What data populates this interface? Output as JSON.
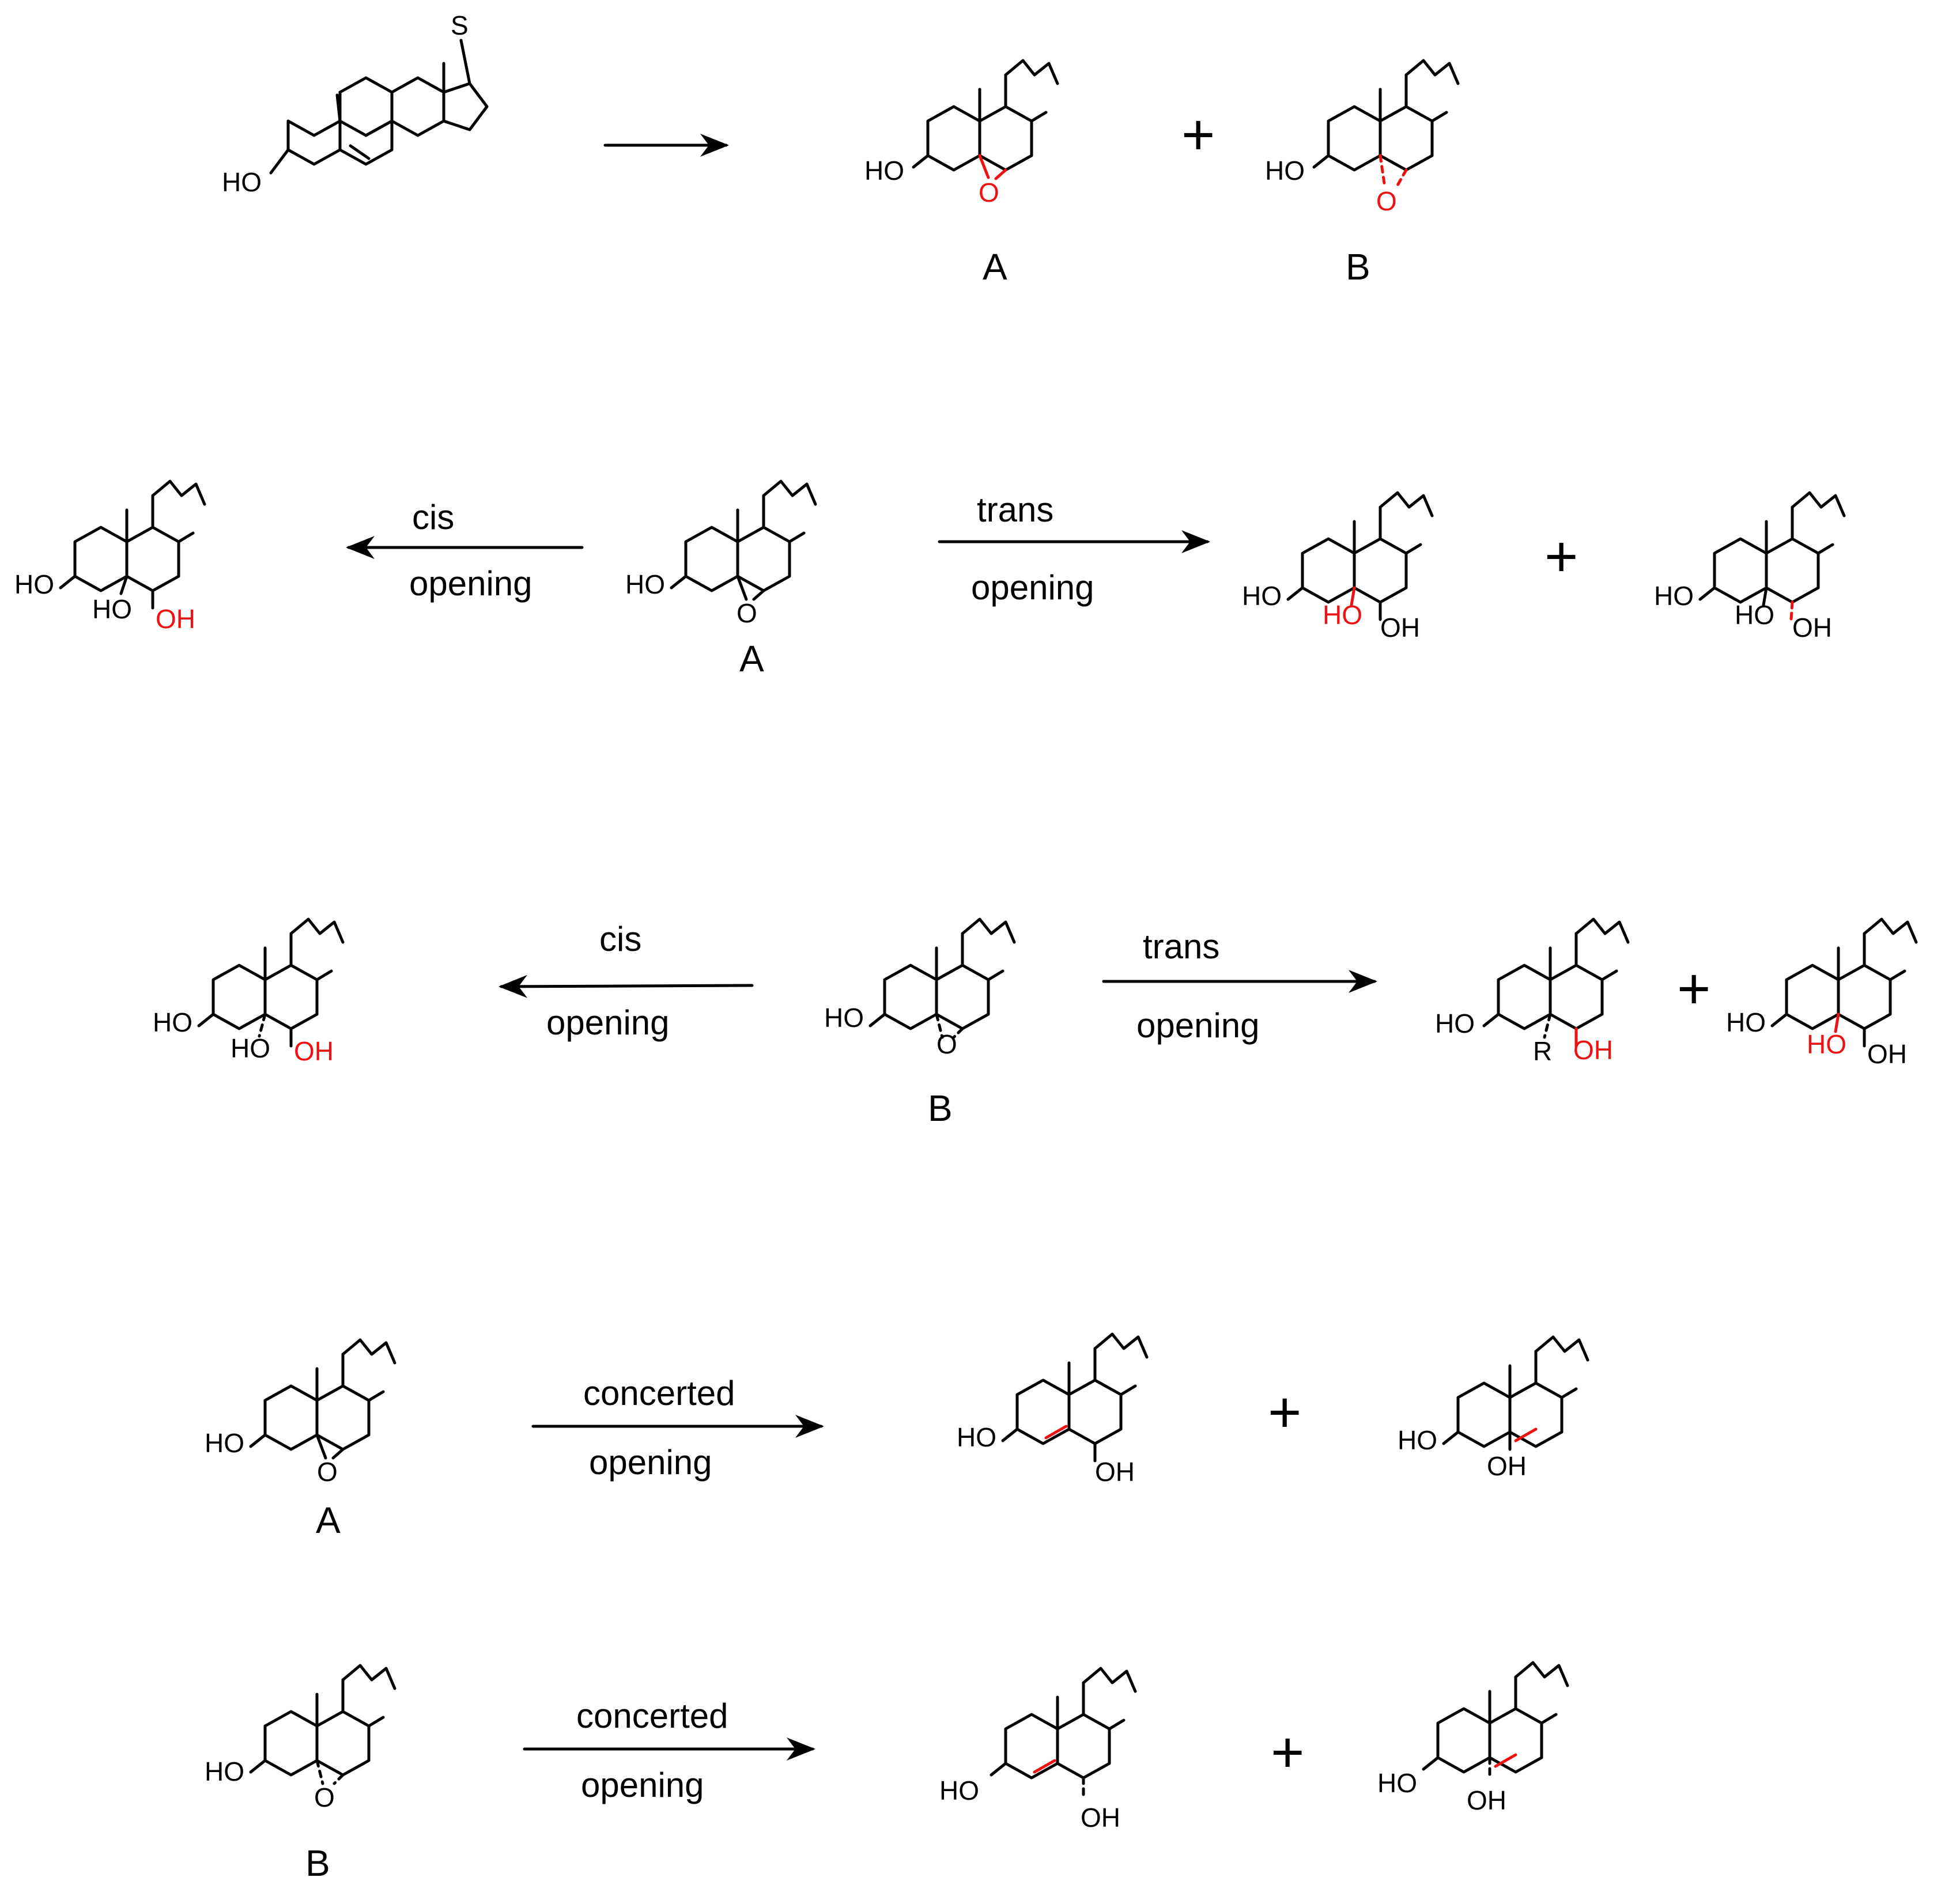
{
  "colors": {
    "ink": "#000000",
    "highlight": "#ee1111"
  },
  "labels": {
    "A": "A",
    "B": "B",
    "S": "S",
    "R": "R",
    "HO": "HO",
    "OH": "OH",
    "O": "O",
    "plus": "+"
  },
  "conditions": {
    "cis": "cis",
    "trans": "trans",
    "concerted": "concerted",
    "opening": "opening"
  }
}
